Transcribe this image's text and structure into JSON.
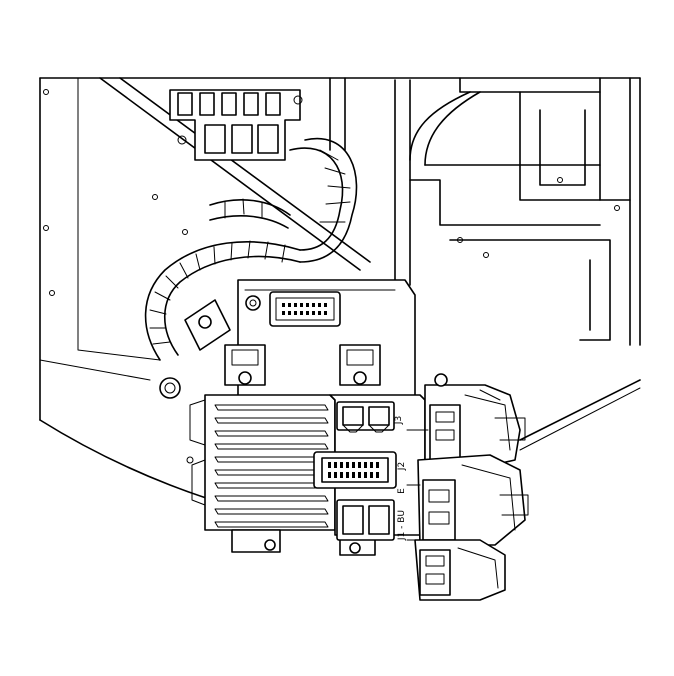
{
  "diagram": {
    "connector_labels": {
      "j3": "J3",
      "j2": "J2",
      "j1_bu": "J1 - BU",
      "e": "E"
    }
  }
}
